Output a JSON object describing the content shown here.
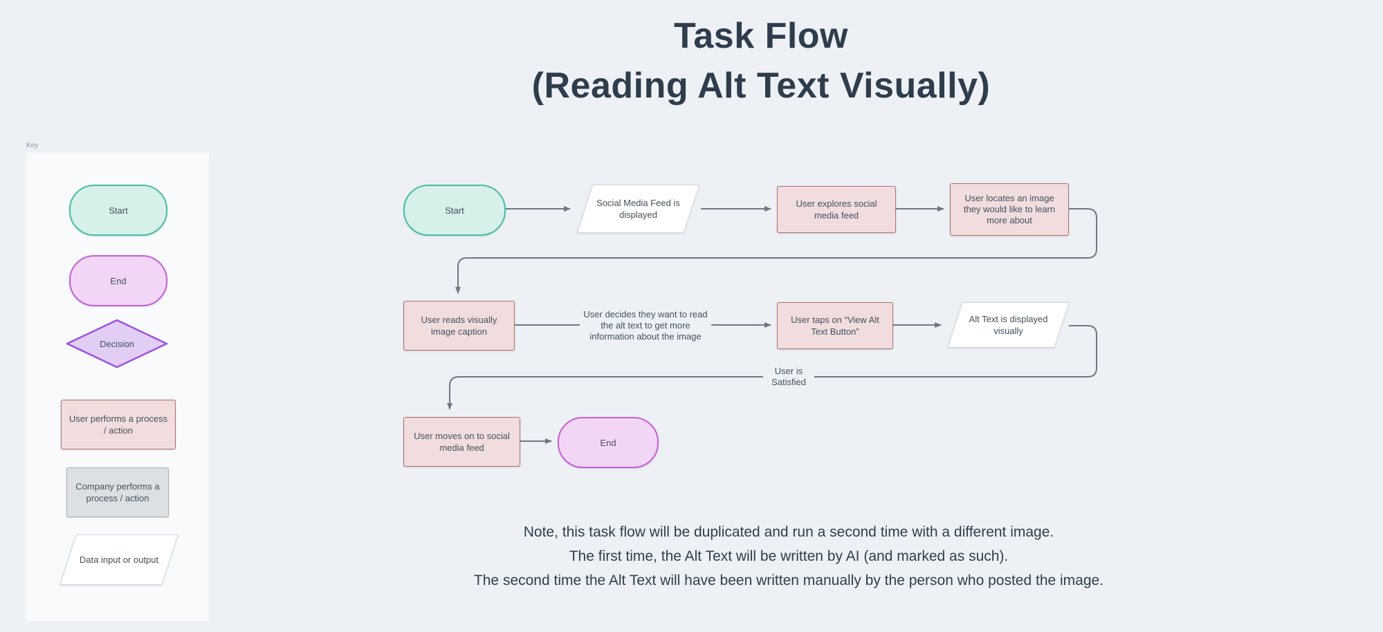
{
  "title": {
    "line1": "Task Flow",
    "line2": "(Reading Alt Text Visually)"
  },
  "key": {
    "label": "Key",
    "items": [
      {
        "shape": "start-pill",
        "label": "Start"
      },
      {
        "shape": "end-pill",
        "label": "End"
      },
      {
        "shape": "decision-diamond",
        "label": "Decision"
      },
      {
        "shape": "user-process-rect",
        "label": "User performs a process / action"
      },
      {
        "shape": "company-process-rect",
        "label": "Company performs a process / action"
      },
      {
        "shape": "data-parallelogram",
        "label": "Data input or output"
      }
    ]
  },
  "flow": {
    "nodes": [
      {
        "id": "start",
        "type": "start",
        "label": "Start"
      },
      {
        "id": "feed-displayed",
        "type": "data",
        "label": "Social Media Feed is displayed"
      },
      {
        "id": "explores-feed",
        "type": "user-process",
        "label": "User explores social media feed"
      },
      {
        "id": "locates-image",
        "type": "user-process",
        "label": "User locates an image they would like to learn more about"
      },
      {
        "id": "reads-caption",
        "type": "user-process",
        "label": "User reads visually image caption"
      },
      {
        "id": "taps-button",
        "type": "user-process",
        "label": "User taps on “View Alt Text Button”"
      },
      {
        "id": "alt-text-displayed",
        "type": "data",
        "label": "Alt Text is displayed visually"
      },
      {
        "id": "moves-on",
        "type": "user-process",
        "label": "User moves on to social media feed"
      },
      {
        "id": "end",
        "type": "end",
        "label": "End"
      }
    ],
    "edge_labels": {
      "decides": "User decides they want to read the alt text to get more information about the image",
      "satisfied": "User is Satisfied"
    }
  },
  "note": {
    "lines": [
      "Note, this task flow will be duplicated and run a second time with a different image.",
      "The first time, the Alt Text will be written by AI (and marked as such).",
      "The second time the Alt Text will have been written manually by the person who posted the image."
    ]
  },
  "colors": {
    "background": "#edf1f6",
    "panel": "#f8fafc",
    "start_fill": "#d7f0ea",
    "start_border": "#47bda6",
    "end_fill": "#f2d6f6",
    "end_border": "#c55fd7",
    "decision_fill": "#e2cef4",
    "decision_border": "#9b51e0",
    "user_fill": "#f1dddd",
    "user_border": "#ae6c6c",
    "company_fill": "#dce0e3",
    "company_border": "#a9b1b7",
    "data_fill": "#ffffff",
    "data_border": "#ccd5db",
    "connector": "#6c7783",
    "text": "#42505e",
    "title_text": "#2e3d4b"
  }
}
